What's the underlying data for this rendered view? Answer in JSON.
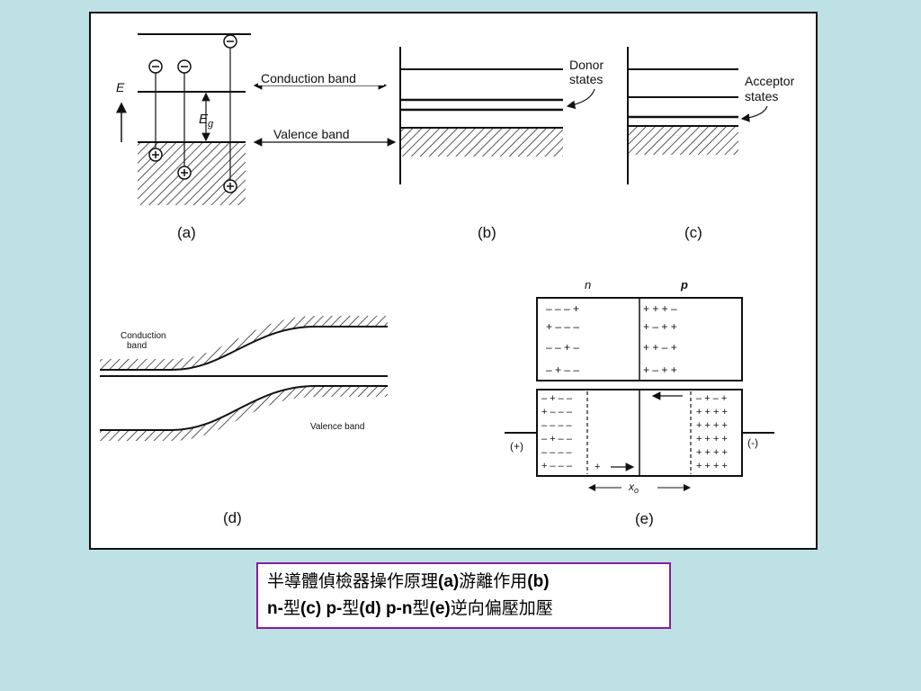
{
  "figure": {
    "a": {
      "label": "(a)",
      "energy_label": "E",
      "gap_label": "E",
      "gap_label_sub": "g"
    },
    "b": {
      "label": "(b)",
      "conduction_band": "Conduction band",
      "valence_band": "Valence band",
      "donor_line1": "Donor",
      "donor_line2": "states"
    },
    "c": {
      "label": "(c)",
      "acceptor_line1": "Acceptor",
      "acceptor_line2": "states"
    },
    "d": {
      "label": "(d)",
      "conduction_line1": "Conduction",
      "conduction_line2": "band",
      "valence_band": "Valence band"
    },
    "e": {
      "label": "(e)",
      "n_label": "n",
      "p_label": "p",
      "plus_terminal": "(+)",
      "minus_terminal": "(-)",
      "depletion_width": "x",
      "depletion_width_sub": "o"
    }
  },
  "caption": {
    "line1_pre": "半導體偵檢器操作原理",
    "line1_a": "(a)",
    "line1_mid": "游離作用",
    "line1_b": "(b)",
    "line2_n": "n-",
    "line2_t1": "型",
    "line2_c": "(c) p-",
    "line2_t2": "型",
    "line2_d": "(d) p-n",
    "line2_t3": "型",
    "line2_e": "(e)",
    "line2_rest": "逆向偏壓加壓"
  }
}
